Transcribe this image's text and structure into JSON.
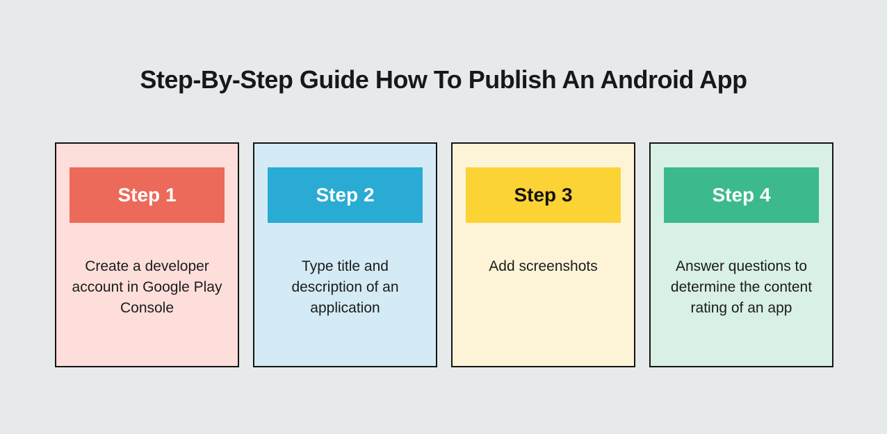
{
  "page": {
    "title": "Step-By-Step Guide How To Publish An Android App",
    "background_color": "#E7EAEA",
    "card_border_color": "#141414",
    "title_color": "#16181A",
    "body_text_color": "#1B1B1B"
  },
  "steps": [
    {
      "label": "Step 1",
      "description": "Create a developer account in Google Play Console",
      "card_bg": "#FEDEDA",
      "header_bg": "#EC6A59",
      "header_text_color": "#FFFFFF"
    },
    {
      "label": "Step 2",
      "description": "Type title and description of an application",
      "card_bg": "#D4EBF6",
      "header_bg": "#29ABD4",
      "header_text_color": "#FFFFFF"
    },
    {
      "label": "Step 3",
      "description": "Add screenshots",
      "card_bg": "#FDF4D8",
      "header_bg": "#FCD335",
      "header_text_color": "#141414"
    },
    {
      "label": "Step 4",
      "description": "Answer questions to determine the content rating of an app",
      "card_bg": "#D8F0E5",
      "header_bg": "#3CBA8B",
      "header_text_color": "#FFFFFF"
    }
  ]
}
